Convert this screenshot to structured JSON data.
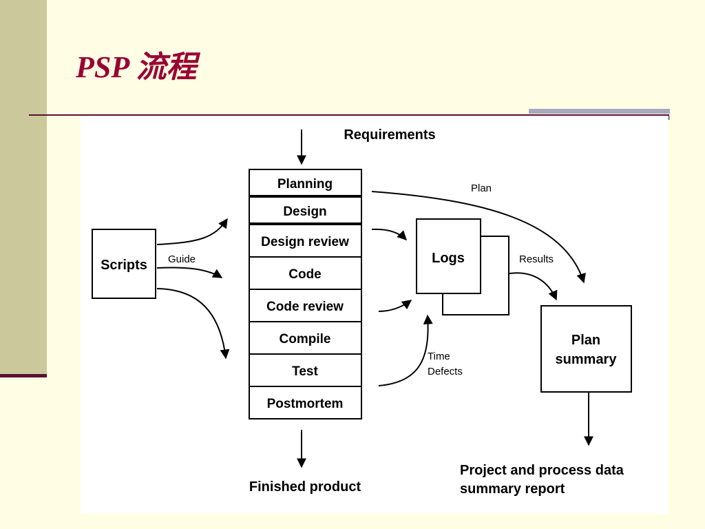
{
  "title": "PSP 流程",
  "diagram": {
    "requirements": "Requirements",
    "phases": [
      "Planning",
      "Design",
      "Design review",
      "Code",
      "Code review",
      "Compile",
      "Test",
      "Postmortem"
    ],
    "scripts": "Scripts",
    "guide": "Guide",
    "logs": "Logs",
    "plan": "Plan",
    "results": "Results",
    "time": "Time",
    "defects": "Defects",
    "plan_summary": [
      "Plan",
      "summary"
    ],
    "finished_product": "Finished product",
    "report": [
      "Project and process data",
      "summary report"
    ]
  }
}
